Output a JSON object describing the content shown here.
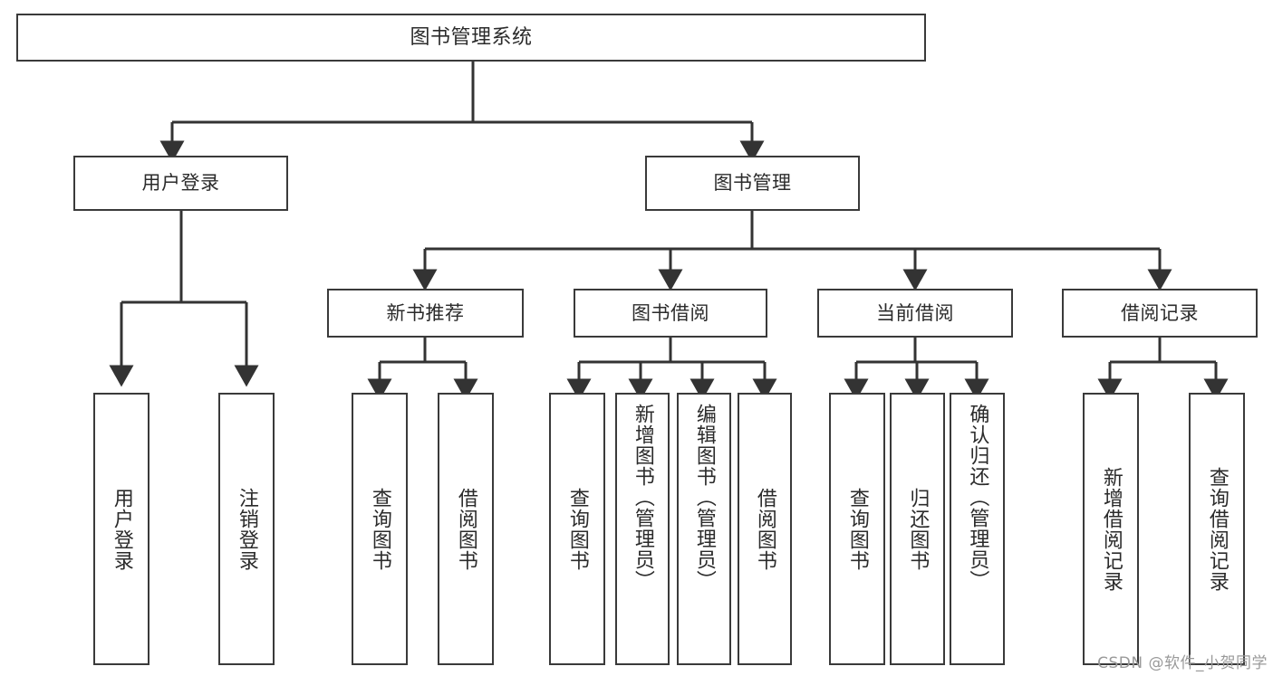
{
  "diagram": {
    "type": "tree-hierarchy-chart",
    "title": "图书管理系统",
    "orientation": "top-down",
    "colors": {
      "box_stroke": "#3a3a3a",
      "box_fill": "#ffffff",
      "text": "#2b2b2b",
      "connector": "#333333",
      "watermark": "#9a9a9a",
      "background": "#ffffff"
    },
    "levels": [
      {
        "level": 0,
        "nodes": [
          {
            "id": "root",
            "label": "图书管理系统",
            "orientation": "horizontal"
          }
        ]
      },
      {
        "level": 1,
        "nodes": [
          {
            "id": "user-login",
            "label": "用户登录",
            "orientation": "horizontal",
            "parent": "root"
          },
          {
            "id": "book-mgmt",
            "label": "图书管理",
            "orientation": "horizontal",
            "parent": "root"
          }
        ]
      },
      {
        "level": 2,
        "nodes": [
          {
            "id": "new-book-rec",
            "label": "新书推荐",
            "orientation": "horizontal",
            "parent": "book-mgmt"
          },
          {
            "id": "book-borrow",
            "label": "图书借阅",
            "orientation": "horizontal",
            "parent": "book-mgmt"
          },
          {
            "id": "current-borrow",
            "label": "当前借阅",
            "orientation": "horizontal",
            "parent": "book-mgmt"
          },
          {
            "id": "borrow-record",
            "label": "借阅记录",
            "orientation": "horizontal",
            "parent": "book-mgmt"
          }
        ]
      },
      {
        "level": 3,
        "nodes": [
          {
            "id": "leaf-user-login",
            "label": "用户登录",
            "orientation": "vertical",
            "parent": "user-login"
          },
          {
            "id": "leaf-user-logout",
            "label": "注销登录",
            "orientation": "vertical",
            "parent": "user-login"
          },
          {
            "id": "leaf-query-book-1",
            "label": "查询图书",
            "orientation": "vertical",
            "parent": "new-book-rec"
          },
          {
            "id": "leaf-borrow-book-1",
            "label": "借阅图书",
            "orientation": "vertical",
            "parent": "new-book-rec"
          },
          {
            "id": "leaf-query-book-2",
            "label": "查询图书",
            "orientation": "vertical",
            "parent": "book-borrow"
          },
          {
            "id": "leaf-add-book",
            "label": "新增图书（管理员）",
            "orientation": "vertical",
            "parent": "book-borrow"
          },
          {
            "id": "leaf-edit-book",
            "label": "编辑图书（管理员）",
            "orientation": "vertical",
            "parent": "book-borrow"
          },
          {
            "id": "leaf-borrow-book-2",
            "label": "借阅图书",
            "orientation": "vertical",
            "parent": "book-borrow"
          },
          {
            "id": "leaf-query-book-3",
            "label": "查询图书",
            "orientation": "vertical",
            "parent": "current-borrow"
          },
          {
            "id": "leaf-return-book",
            "label": "归还图书",
            "orientation": "vertical",
            "parent": "current-borrow"
          },
          {
            "id": "leaf-confirm-return",
            "label": "确认归还（管理员）",
            "orientation": "vertical",
            "parent": "current-borrow"
          },
          {
            "id": "leaf-add-record",
            "label": "新增借阅记录",
            "orientation": "vertical",
            "parent": "borrow-record"
          },
          {
            "id": "leaf-query-record",
            "label": "查询借阅记录",
            "orientation": "vertical",
            "parent": "borrow-record"
          }
        ]
      }
    ]
  },
  "watermark": {
    "text": "CSDN @软件_小贺同学"
  }
}
